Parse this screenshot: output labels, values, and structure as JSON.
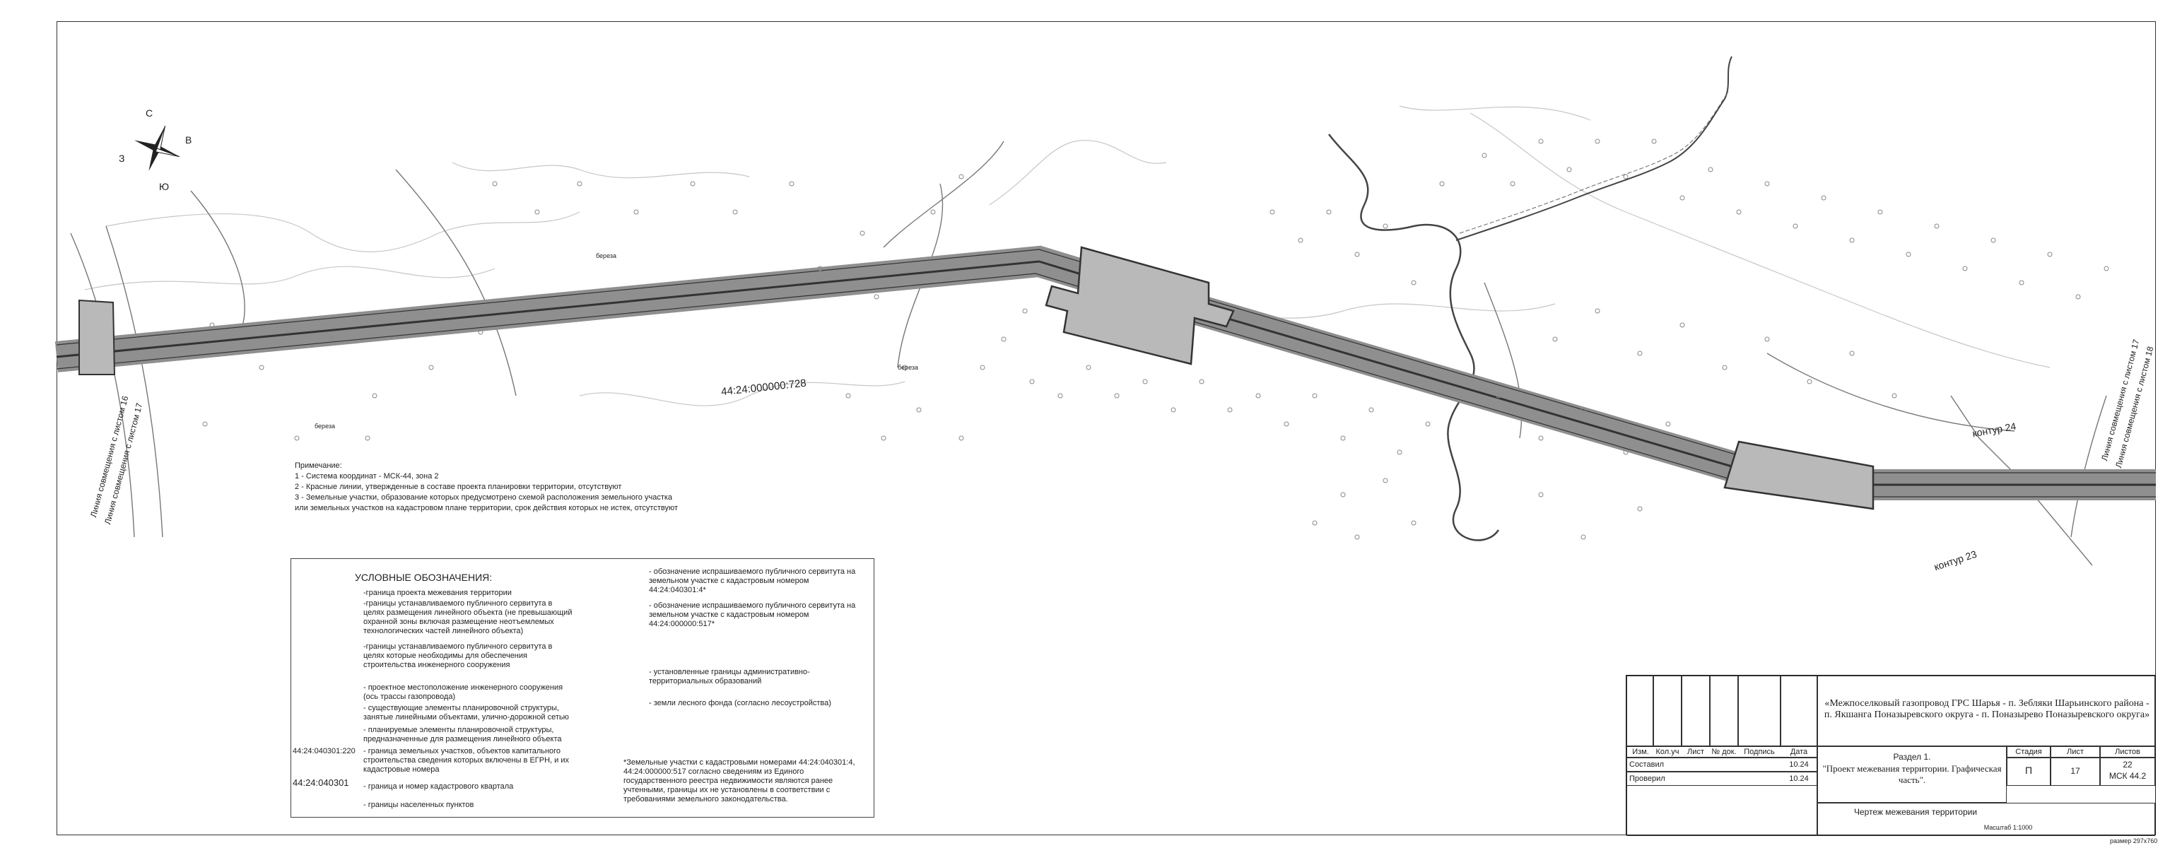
{
  "compass": {
    "north": "С",
    "south": "Ю",
    "east": "В",
    "west": "З"
  },
  "map_labels": {
    "cadastral_number": "44:24:000000:728",
    "contour_24": "контур 24",
    "contour_23": "контур 23",
    "match_line_left_1": "Линия совмещения с листом 16",
    "match_line_left_2": "Линия совмещения с листом 17",
    "match_line_right_1": "Линия совмещения с листом 17",
    "match_line_right_2": "Линия совмещения с листом 18",
    "tree_1": "береза",
    "tree_2": "береза",
    "tree_3": "береза"
  },
  "notes": {
    "heading": "Примечание:",
    "line1": "1 - Система координат - МСК-44, зона 2",
    "line2": "2 - Красные линии, утвержденные в составе проекта планировки территории, отсутствуют",
    "line3": "3 - Земельные участки, образование которых предусмотрено схемой расположения земельного участка",
    "line4": "или земельных участков на кадастровом плане территории, срок действия которых не истек, отсутствуют"
  },
  "legend": {
    "title": "УСЛОВНЫЕ ОБОЗНАЧЕНИЯ:",
    "item1": "-граница проекта межевания территории",
    "item2": "-границы устанавливаемого публичного сервитута в целях размещения линейного объекта (не превышающий охранной зоны включая размещение неотъемлемых технологических частей линейного объекта)",
    "item3": "-границы устанавливаемого публичного сервитута в целях которые необходимы для обеспечения строительства инженерного сооружения",
    "item4": "- проектное местоположение инженерного сооружения (ось трассы газопровода)",
    "item5": "- существующие элементы планировочной структуры, занятые линейными объектами, улично-дорожной сетью",
    "item6": "- планируемые элементы планировочной структуры, предназначенные для размещения линейного объекта",
    "item7_code": "44:24:040301:220",
    "item7": "- граница земельных участков, объектов капитального строительства сведения которых включены в ЕГРН, и их кадастровые номера",
    "item8_code": "44:24:040301",
    "item8": "- граница и номер кадастрового квартала",
    "item9": "- границы населенных пунктов",
    "item10": "- обозначение испрашиваемого публичного сервитута на земельном участке с кадастровым номером 44:24:040301:4*",
    "item11": "- обозначение испрашиваемого публичного сервитута на земельном участке с кадастровым номером 44:24:000000:517*",
    "item12": "- установленные границы административно-территориальных образований",
    "item13": "- земли лесного фонда (согласно лесоустройства)",
    "footnote": "*Земельные участки с кадастровыми номерами 44:24:040301:4, 44:24:000000:517 согласно сведениям из Единого государственного реестра недвижимости являются ранее учтенными, границы их не установлены в соответствии с требованиями земельного законодательства."
  },
  "stamp": {
    "h_izm": "Изм.",
    "h_kol": "Кол.уч",
    "h_list": "Лист",
    "h_ndok": "№ док.",
    "h_podp": "Подпись",
    "h_date": "Дата",
    "sostavil": "Составил",
    "sostavil_date": "10.24",
    "proveril": "Проверил",
    "proveril_date": "10.24",
    "project_title": "«Межпоселковый газопровод ГРС Шарья - п. Зебляки Шарьинского района - п. Якшанга Поназыревского округа - п. Поназырево Поназыревского округа»",
    "section": "Раздел 1.",
    "section_title": "\"Проект межевания территории. Графическая часть\".",
    "stadia_h": "Стадия",
    "list_h": "Лист",
    "listov_h": "Листов",
    "stadia": "П",
    "list": "17",
    "listov": "22",
    "msk": "МСК 44.2",
    "drawing_title": "Чертеж межевания территории",
    "scale": "Масштаб 1:1000",
    "format": "размер 297x760"
  },
  "colors": {
    "corridor": "#8f8f8f",
    "plot_fill": "#c8c8c8",
    "line": "#333333",
    "contour": "#b8b8b8"
  }
}
